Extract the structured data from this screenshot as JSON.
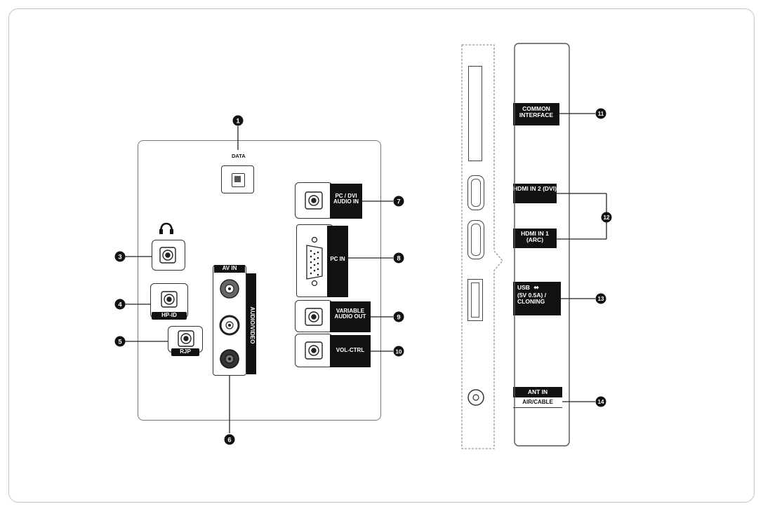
{
  "labels": {
    "data": "DATA",
    "pc_dvi_audio_in": "PC / DVI AUDIO IN",
    "pc_in": "PC IN",
    "variable_audio_out": "VARIABLE AUDIO OUT",
    "vol_ctrl": "VOL-CTRL",
    "hp_id": "HP-ID",
    "rjp": "RJP",
    "av_in": "AV IN",
    "audio_video": "AUDIO/VIDEO",
    "common_interface": "COMMON INTERFACE",
    "hdmi_in_2": "HDMI IN 2 (DVI)",
    "hdmi_in_1": "HDMI IN 1 (ARC)",
    "usb": "USB",
    "usb_spec": "(5V 0.5A) / CLONING",
    "ant_in": "ANT IN",
    "air_cable": "AIR/CABLE"
  },
  "callouts": [
    "1",
    "3",
    "4",
    "5",
    "6",
    "7",
    "8",
    "9",
    "10",
    "11",
    "12",
    "13",
    "14"
  ]
}
